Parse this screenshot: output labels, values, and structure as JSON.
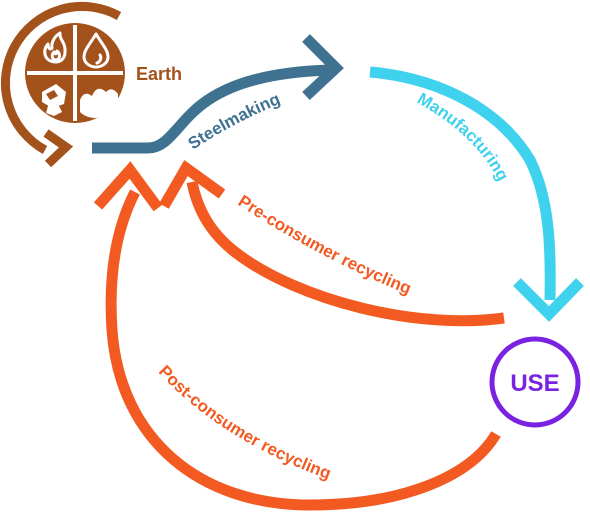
{
  "colors": {
    "earth": "#a4521c",
    "steelmaking": "#3f7291",
    "manufacturing": "#3fd2ee",
    "pre_consumer": "#f25a22",
    "post_consumer": "#f25a22",
    "use": "#7a22e2",
    "background": "#ffffff"
  },
  "icons": {
    "earth_quadrants": [
      "fire-icon",
      "water-drop-icon",
      "rock-icon",
      "soil-icon"
    ]
  },
  "labels": {
    "earth": "Earth",
    "steelmaking": "Steelmaking",
    "manufacturing": "Manufacturing",
    "pre_consumer": "Pre-consumer recycling",
    "post_consumer": "Post-consumer recycling",
    "use": "USE"
  }
}
